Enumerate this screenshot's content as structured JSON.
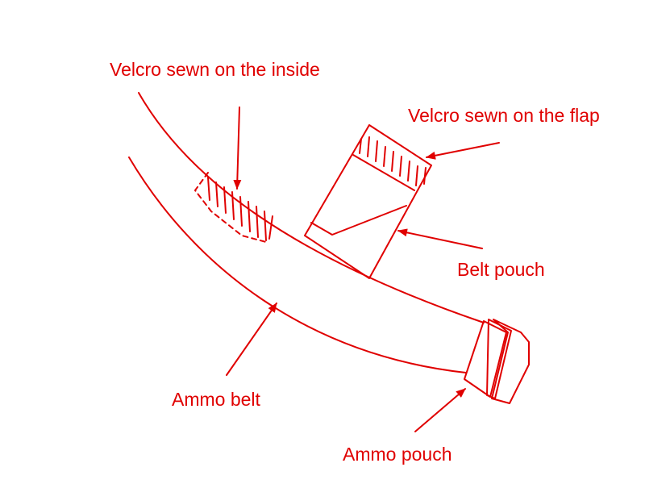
{
  "colors": {
    "ink": "#e00000",
    "background": "#ffffff"
  },
  "labels": {
    "velcro_inside": "Velcro sewn on the inside",
    "velcro_flap": "Velcro sewn on the flap",
    "belt_pouch": "Belt pouch",
    "ammo_belt": "Ammo belt",
    "ammo_pouch": "Ammo pouch"
  }
}
